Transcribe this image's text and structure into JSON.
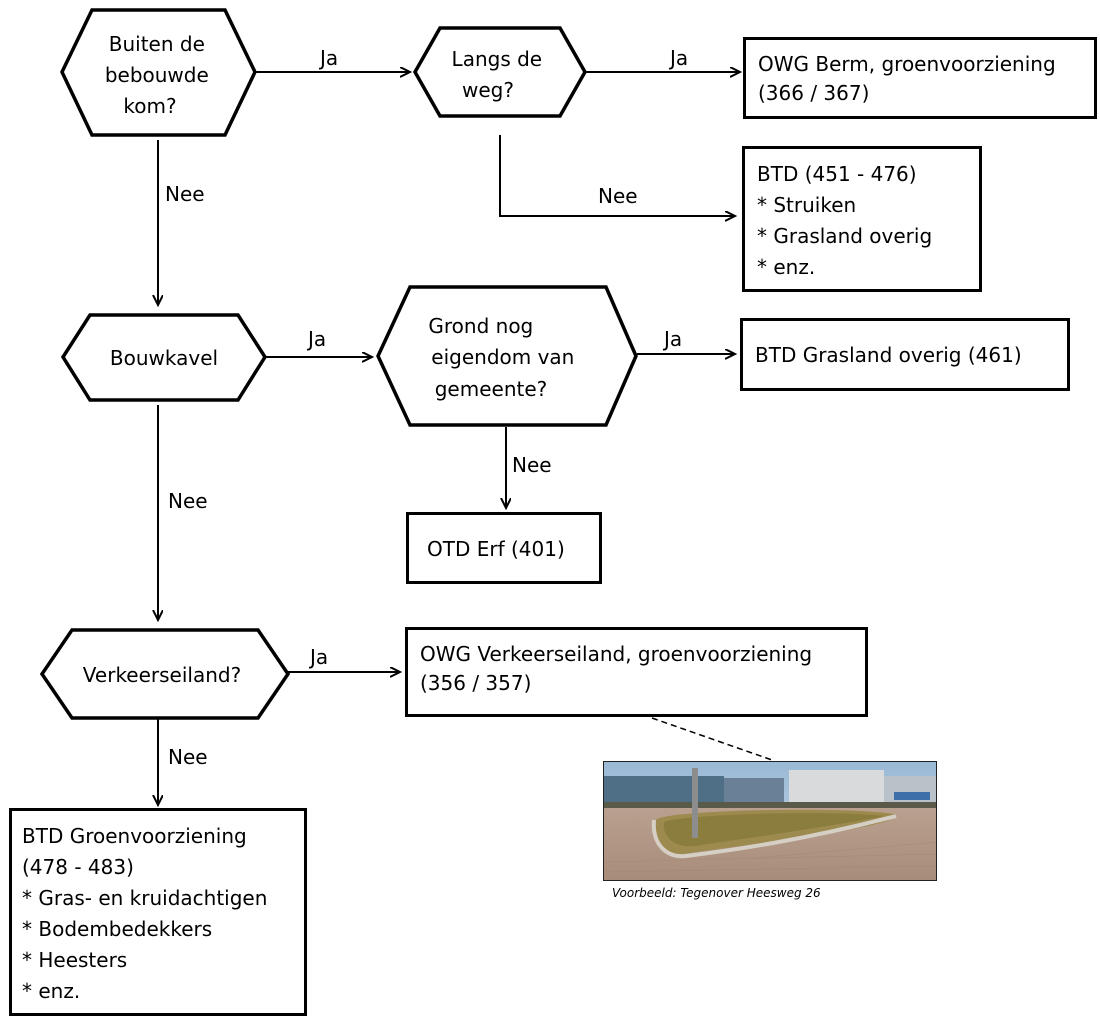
{
  "decisions": {
    "buiten": [
      "Buiten de",
      "bebouwde",
      "kom?"
    ],
    "langs": [
      "Langs de",
      "weg?"
    ],
    "bouwkavel": [
      "Bouwkavel"
    ],
    "grond": [
      "Grond nog",
      "eigendom van",
      "gemeente?"
    ],
    "verkeerseiland": [
      "Verkeerseiland?"
    ]
  },
  "outcomes": {
    "owg_berm": [
      "OWG Berm, groenvoorziening",
      "(366 / 367)"
    ],
    "btd_451": [
      "BTD (451 - 476)",
      "* Struiken",
      "* Grasland overig",
      "* enz."
    ],
    "btd_grasland": [
      "BTD Grasland overig (461)"
    ],
    "otd_erf": [
      "OTD Erf (401)"
    ],
    "owg_verkeerseiland": [
      "OWG Verkeerseiland, groenvoorziening",
      "(356 / 357)"
    ],
    "btd_groen": [
      "BTD Groenvoorziening",
      "(478 - 483)",
      "* Gras- en kruidachtigen",
      "* Bodembedekkers",
      "* Heesters",
      "* enz."
    ]
  },
  "edge_labels": {
    "buiten_ja": "Ja",
    "buiten_nee": "Nee",
    "langs_ja": "Ja",
    "langs_nee": "Nee",
    "bouwkavel_ja": "Ja",
    "bouwkavel_nee": "Nee",
    "grond_ja": "Ja",
    "grond_nee": "Nee",
    "verkeer_ja": "Ja",
    "verkeer_nee": "Nee"
  },
  "photo": {
    "caption": "Voorbeeld: Tegenover Heesweg 26"
  }
}
